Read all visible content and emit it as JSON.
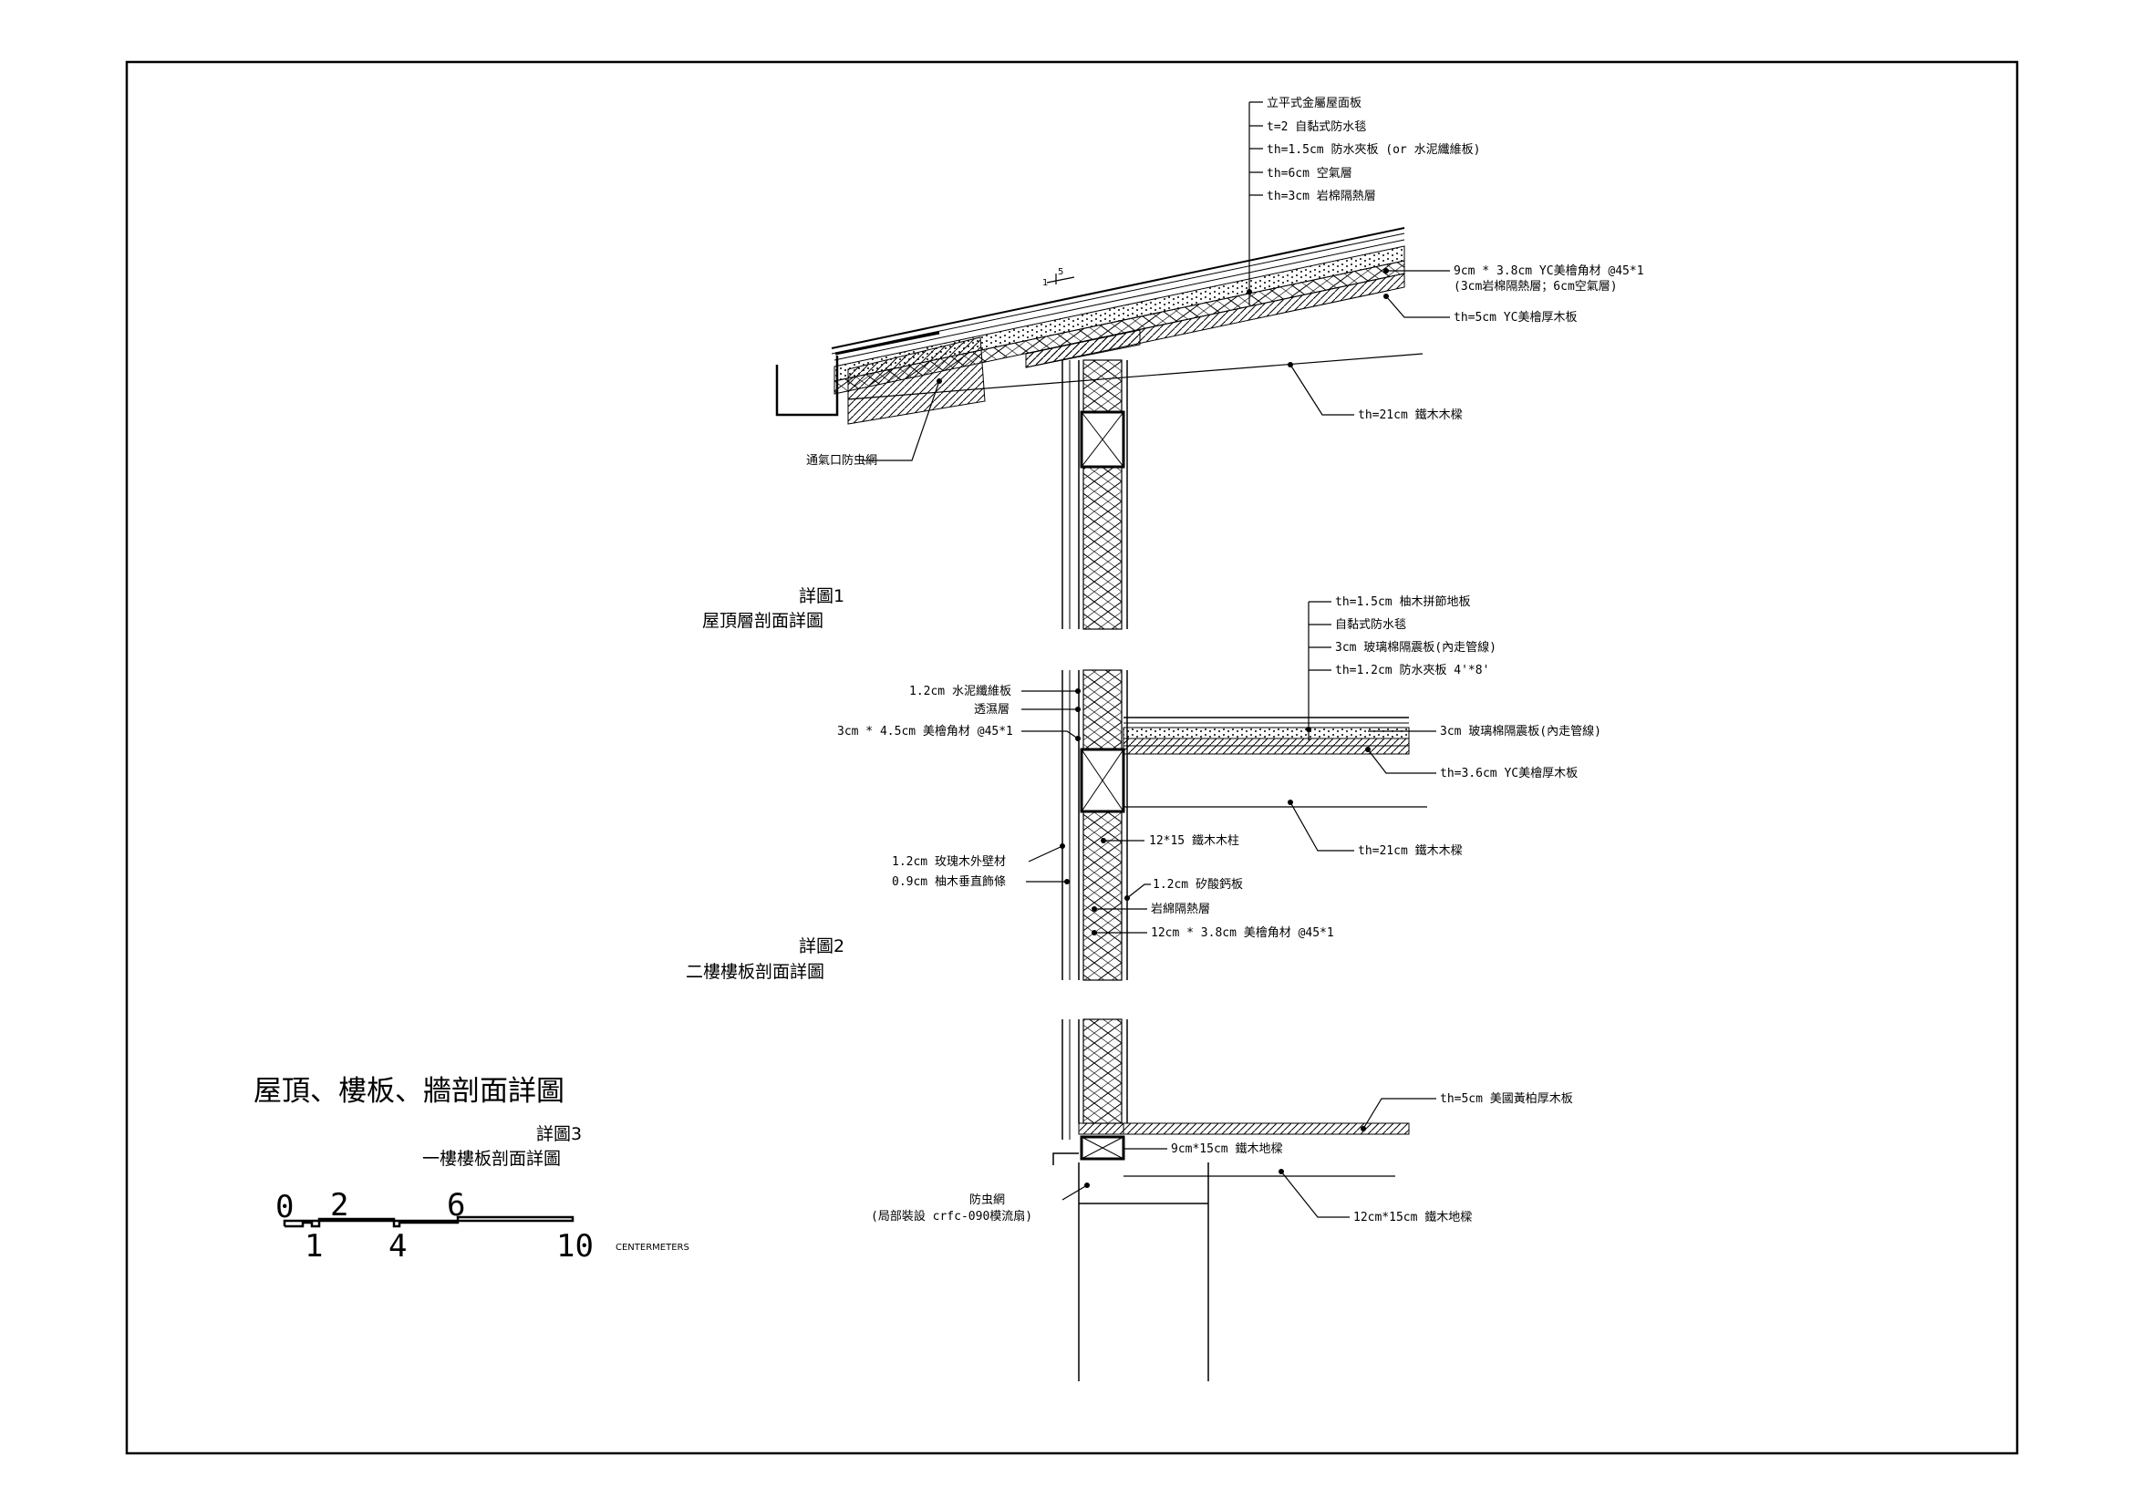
{
  "title": "屋頂、樓板、牆剖面詳圖",
  "details": [
    {
      "number": "詳圖1",
      "caption": "屋頂層剖面詳圖"
    },
    {
      "number": "詳圖2",
      "caption": "二樓樓板剖面詳圖"
    },
    {
      "number": "詳圖3",
      "caption": "一樓樓板剖面詳圖"
    }
  ],
  "roof_labels": [
    "立平式金屬屋面板",
    "t=2 自黏式防水毯",
    "th=1.5cm 防水夾板 (or 水泥纖維板)",
    "th=6cm 空氣層",
    "th=3cm 岩棉隔熱層"
  ],
  "roof_side_labels": {
    "batten": "9cm * 3.8cm YC美檜角材 @45*1",
    "batten_note": "(3cm岩棉隔熱層；6cm空氣層)",
    "deck": "th=5cm YC美檜厚木板",
    "rafter": "th=21cm 鐵木木樑",
    "vent": "通氣口防虫網",
    "slope": "5",
    "slope_base": "1"
  },
  "floor2_labels_right": [
    "th=1.5cm 柚木拼節地板",
    "自黏式防水毯",
    "3cm 玻璃棉隔震板(內走管線)",
    "th=1.2cm 防水夾板 4'*8'"
  ],
  "floor2_side": {
    "glasswool": "3cm 玻璃棉隔震板(內走管線)",
    "board": "th=3.6cm YC美檜厚木板",
    "beam": "th=21cm 鐵木木樑",
    "post": "12*15 鐵木木柱",
    "calcium": "1.2cm 矽酸鈣板",
    "insul": "岩綿隔熱層",
    "stud": "12cm * 3.8cm 美檜角材 @45*1"
  },
  "wall_labels_left": [
    "1.2cm 水泥纖維板",
    "透濕層",
    "3cm * 4.5cm 美檜角材 @45*1",
    "1.2cm 玫瑰木外壁材",
    "0.9cm 柚木垂直飾條"
  ],
  "floor1_labels": {
    "deck": "th=5cm 美國黃柏厚木板",
    "joist": "9cm*15cm 鐵木地樑",
    "beam": "12cm*15cm 鐵木地樑",
    "mesh": "防虫網",
    "mesh_note": "(局部裝設 crfc-090模流扇)"
  },
  "scale": {
    "top_ticks": [
      "0",
      "2",
      "6"
    ],
    "bottom_ticks": [
      "1",
      "4",
      "10"
    ],
    "unit": "CENTERMETERS"
  }
}
